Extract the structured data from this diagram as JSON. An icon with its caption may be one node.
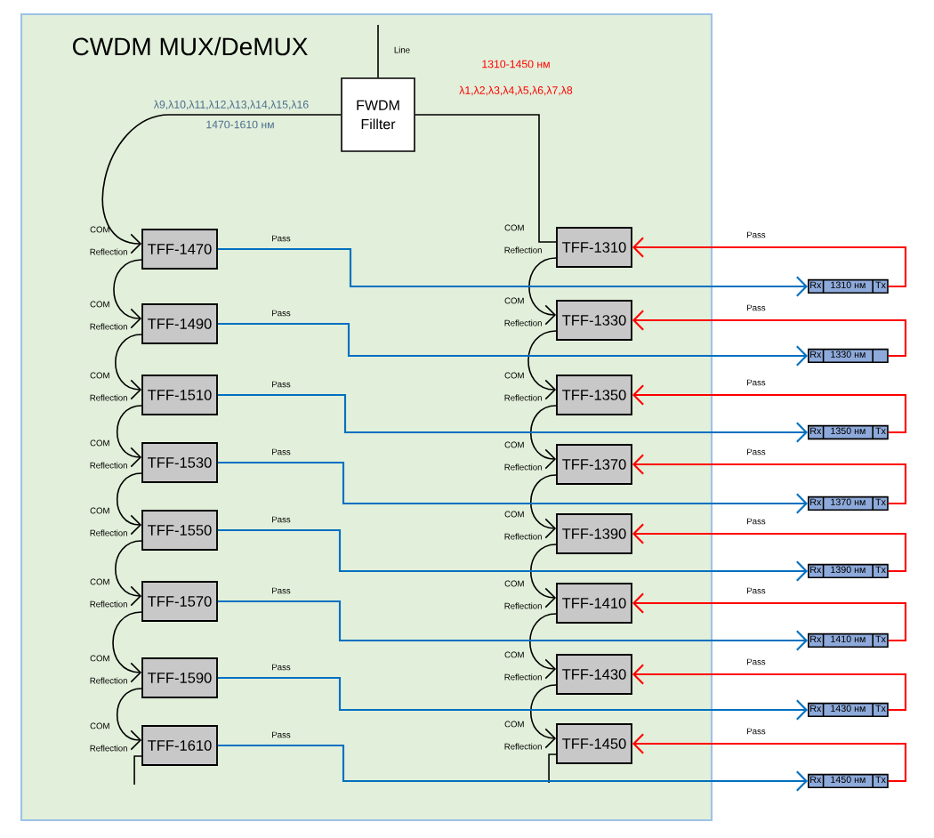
{
  "diagram": {
    "nodes": [
      {
        "text": [
          "CWDM MUX/DeMUX"
        ]
      },
      {
        "text": [
          "FWDM Fillter"
        ],
        "in": 0
      },
      {
        "text": [
          "TFF-1470"
        ],
        "in": 0,
        "beside": [
          "COM",
          "Reflection"
        ]
      },
      {
        "text": [
          "TFF-1490"
        ],
        "in": 0,
        "beside": [
          "COM",
          "Reflection"
        ]
      },
      {
        "text": [
          "TFF-1510"
        ],
        "in": 0,
        "beside": [
          "COM",
          "Reflection"
        ]
      },
      {
        "text": [
          "TFF-1530"
        ],
        "in": 0,
        "beside": [
          "COM",
          "Reflection"
        ]
      },
      {
        "text": [
          "TFF-1550"
        ],
        "in": 0,
        "beside": [
          "COM",
          "Reflection"
        ]
      },
      {
        "text": [
          "TFF-1570"
        ],
        "in": 0,
        "beside": [
          "COM",
          "Reflection"
        ]
      },
      {
        "text": [
          "TFF-1590"
        ],
        "in": 0,
        "beside": [
          "COM",
          "Reflection"
        ]
      },
      {
        "text": [
          "TFF-1610"
        ],
        "in": 0,
        "beside": [
          "COM",
          "Reflection"
        ]
      },
      {
        "text": [
          "TFF-1310"
        ],
        "in": 0,
        "beside": [
          "COM",
          "Reflection"
        ]
      },
      {
        "text": [
          "TFF-1330"
        ],
        "in": 0,
        "beside": [
          "COM",
          "Reflection"
        ]
      },
      {
        "text": [
          "TFF-1350"
        ],
        "in": 0,
        "beside": [
          "COM",
          "Reflection"
        ]
      },
      {
        "text": [
          "TFF-1370"
        ],
        "in": 0,
        "beside": [
          "COM",
          "Reflection"
        ]
      },
      {
        "text": [
          "TFF-1390"
        ],
        "in": 0,
        "beside": [
          "COM",
          "Reflection"
        ]
      },
      {
        "text": [
          "TFF-1410"
        ],
        "in": 0,
        "beside": [
          "COM",
          "Reflection"
        ]
      },
      {
        "text": [
          "TFF-1430"
        ],
        "in": 0,
        "beside": [
          "COM",
          "Reflection"
        ]
      },
      {
        "text": [
          "TFF-1450"
        ],
        "in": 0,
        "beside": [
          "COM",
          "Reflection"
        ]
      },
      {
        "text": [
          "Rx",
          "1310 нм",
          "Tx"
        ]
      },
      {
        "text": [
          "Rx",
          "1330 нм"
        ]
      },
      {
        "text": [
          "Rx",
          "1350 нм",
          "Tx"
        ]
      },
      {
        "text": [
          "Rx",
          "1370 нм",
          "Tx"
        ]
      },
      {
        "text": [
          "Rx",
          "1390 нм",
          "Tx"
        ]
      },
      {
        "text": [
          "Rx",
          "1410 нм",
          "Tx"
        ]
      },
      {
        "text": [
          "Rx",
          "1430 нм",
          "Tx"
        ]
      },
      {
        "text": [
          "Rx",
          "1450 нм",
          "Tx"
        ]
      }
    ],
    "edges": [
      {
        "from": null,
        "to": 1,
        "arrow": "none",
        "label": "Line"
      },
      {
        "from": 1,
        "to": 2,
        "arrow": "to"
      },
      {
        "from": 1,
        "to": 10,
        "arrow": "none"
      },
      {
        "from": 2,
        "to": 3,
        "arrow": "to"
      },
      {
        "from": 3,
        "to": 4,
        "arrow": "to"
      },
      {
        "from": 4,
        "to": 5,
        "arrow": "to"
      },
      {
        "from": 5,
        "to": 6,
        "arrow": "to"
      },
      {
        "from": 6,
        "to": 7,
        "arrow": "to"
      },
      {
        "from": 7,
        "to": 8,
        "arrow": "to"
      },
      {
        "from": 8,
        "to": 9,
        "arrow": "to"
      },
      {
        "from": 9,
        "to": null,
        "arrow": "none"
      },
      {
        "from": 10,
        "to": 11,
        "arrow": "to"
      },
      {
        "from": 11,
        "to": 12,
        "arrow": "to"
      },
      {
        "from": 12,
        "to": 13,
        "arrow": "to"
      },
      {
        "from": 13,
        "to": 14,
        "arrow": "to"
      },
      {
        "from": 14,
        "to": 15,
        "arrow": "to"
      },
      {
        "from": 15,
        "to": 16,
        "arrow": "to"
      },
      {
        "from": 16,
        "to": 17,
        "arrow": "to"
      },
      {
        "from": 17,
        "to": null,
        "arrow": "none"
      },
      {
        "from": 2,
        "to": 18,
        "arrow": "to",
        "label": "Pass",
        "color": "#0070c0"
      },
      {
        "from": 3,
        "to": 19,
        "arrow": "to",
        "label": "Pass",
        "color": "#0070c0"
      },
      {
        "from": 4,
        "to": 20,
        "arrow": "to",
        "label": "Pass",
        "color": "#0070c0"
      },
      {
        "from": 5,
        "to": 21,
        "arrow": "to",
        "label": "Pass",
        "color": "#0070c0"
      },
      {
        "from": 6,
        "to": 22,
        "arrow": "to",
        "label": "Pass",
        "color": "#0070c0"
      },
      {
        "from": 7,
        "to": 23,
        "arrow": "to",
        "label": "Pass",
        "color": "#0070c0"
      },
      {
        "from": 8,
        "to": 24,
        "arrow": "to",
        "label": "Pass",
        "color": "#0070c0"
      },
      {
        "from": 9,
        "to": 25,
        "arrow": "to",
        "label": "Pass",
        "color": "#0070c0"
      },
      {
        "from": 18,
        "to": 10,
        "arrow": "to",
        "label": "Pass",
        "color": "#ff0000"
      },
      {
        "from": 19,
        "to": 11,
        "arrow": "to",
        "label": "Pass",
        "color": "#ff0000"
      },
      {
        "from": 20,
        "to": 12,
        "arrow": "to",
        "label": "Pass",
        "color": "#ff0000"
      },
      {
        "from": 21,
        "to": 13,
        "arrow": "to",
        "label": "Pass",
        "color": "#ff0000"
      },
      {
        "from": 22,
        "to": 14,
        "arrow": "to",
        "label": "Pass",
        "color": "#ff0000"
      },
      {
        "from": 23,
        "to": 15,
        "arrow": "to",
        "label": "Pass",
        "color": "#ff0000"
      },
      {
        "from": 24,
        "to": 16,
        "arrow": "to",
        "label": "Pass",
        "color": "#ff0000"
      },
      {
        "from": 25,
        "to": 17,
        "arrow": "to",
        "label": "Pass",
        "color": "#ff0000"
      }
    ],
    "labels": [
      "1310-1450 нм",
      "λ1,λ2,λ3,λ4,λ5,λ6,λ7,λ8",
      "λ9,λ10,λ11,λ12,λ13,λ14,λ15,λ16",
      "1470-1610 нм"
    ]
  }
}
